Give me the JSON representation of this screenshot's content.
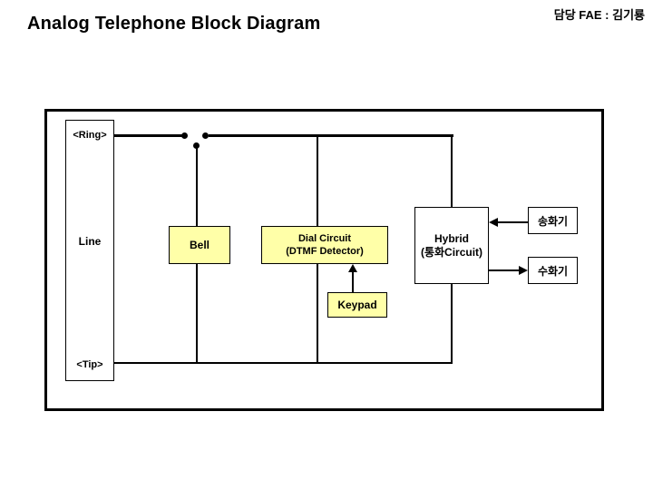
{
  "slide": {
    "title": "Analog Telephone Block Diagram",
    "annotation": "담당 FAE : 김기룡"
  },
  "diagram": {
    "line": {
      "ring_label": "<Ring>",
      "label": "Line",
      "tip_label": "<Tip>"
    },
    "bell": {
      "label": "Bell"
    },
    "dial": {
      "line1": "Dial Circuit",
      "line2": "(DTMF Detector)"
    },
    "keypad": {
      "label": "Keypad"
    },
    "hybrid": {
      "line1": "Hybrid",
      "line2": "(통화Circuit)"
    },
    "transmitter": {
      "label": "송화기"
    },
    "receiver": {
      "label": "수화기"
    },
    "colors": {
      "block_yellow": "#FFFFA8",
      "block_white": "#FFFFFF",
      "wire_black": "#000000",
      "frame_black": "#000000"
    }
  }
}
